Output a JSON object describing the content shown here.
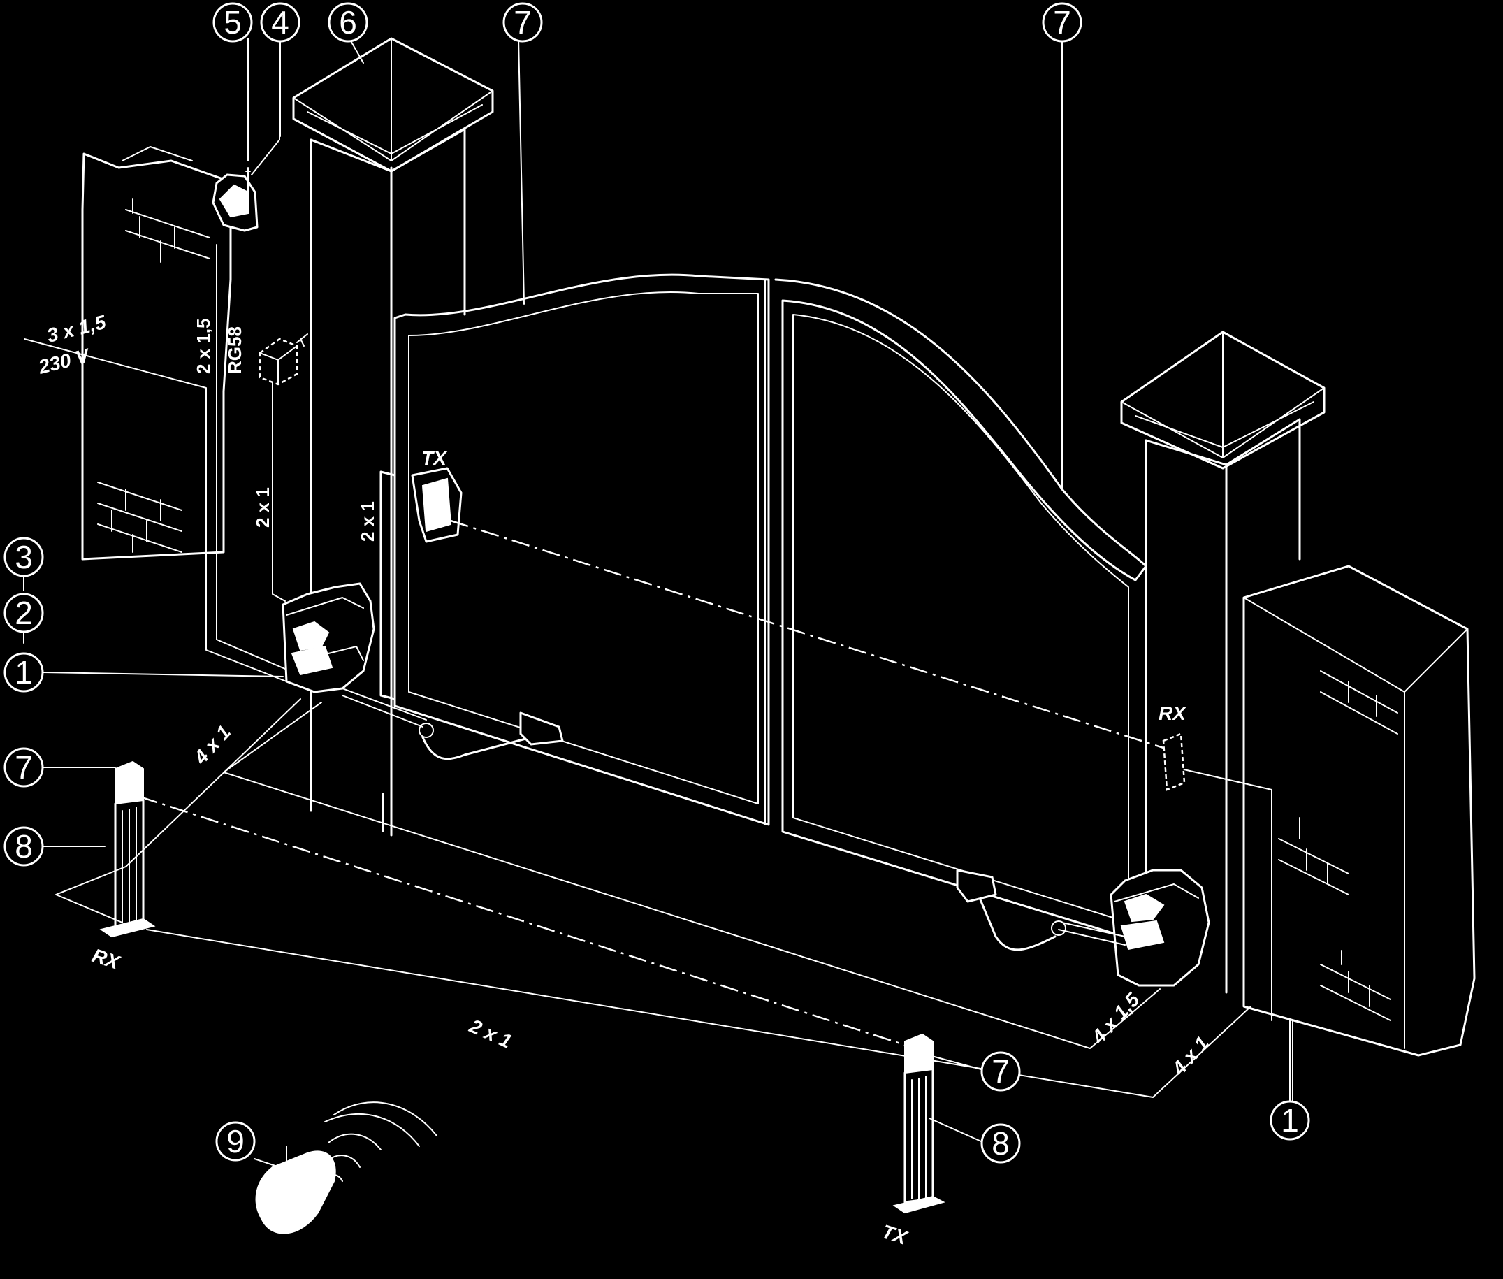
{
  "callouts": {
    "c1_left": "1",
    "c2": "2",
    "c3": "3",
    "c4": "4",
    "c5": "5",
    "c6": "6",
    "c7_top_a": "7",
    "c7_top_b": "7",
    "c7_left": "7",
    "c7_bottom": "7",
    "c8_left": "8",
    "c8_bottom": "8",
    "c9": "9",
    "c1_right": "1"
  },
  "cable_labels": {
    "mains_section": "3 x 1,5",
    "mains_voltage": "230 V",
    "flasher_power": "2 x 1,5",
    "antenna_coax": "RG58",
    "key_selector": "2 x 1",
    "photocell_tx_gate": "2 x 1",
    "motor_left": "4 x 1",
    "ground_photocells": "2 x 1",
    "motor_right": "4 x 1,5",
    "photocell_rx_gate": "4 x 1"
  },
  "device_labels": {
    "tx_gate": "TX",
    "rx_gate": "RX",
    "rx_column": "RX",
    "tx_column": "TX"
  }
}
